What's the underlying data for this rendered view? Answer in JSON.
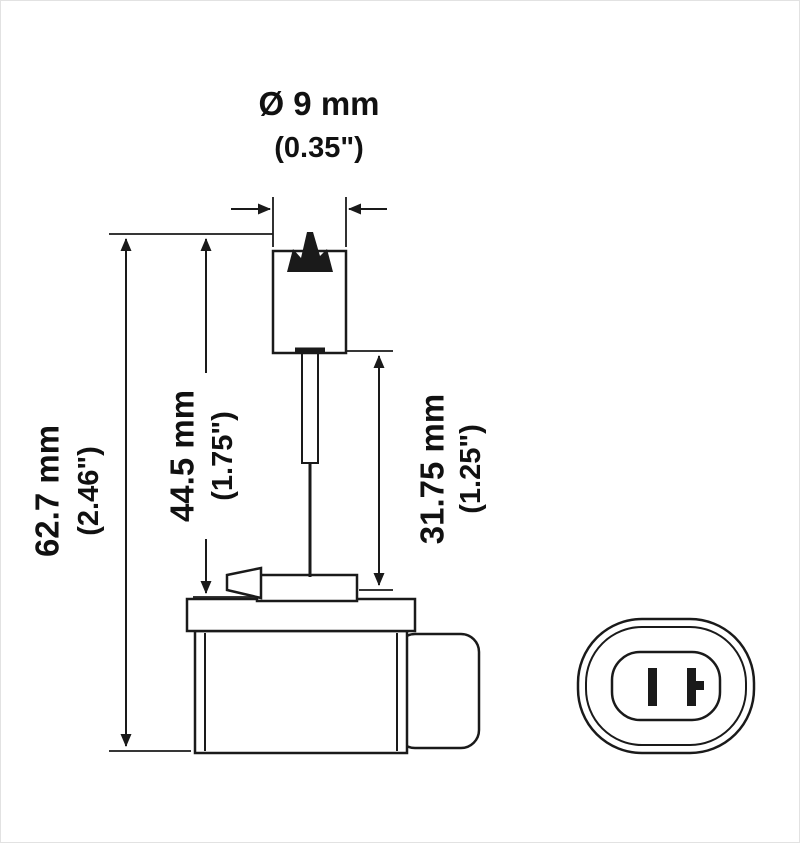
{
  "diagram": {
    "description": "bulb-technical-drawing",
    "dimensions": {
      "diameter": {
        "metric": "Ø 9 mm",
        "imperial": "(0.35\")"
      },
      "overall_length": {
        "metric": "62.7 mm",
        "imperial": "(2.46\")"
      },
      "bulb_length": {
        "metric": "44.5 mm",
        "imperial": "(1.75\")"
      },
      "filament_height": {
        "metric": "31.75 mm",
        "imperial": "(1.25\")"
      }
    },
    "colors": {
      "line": "#1a1a1a",
      "background": "#ffffff"
    }
  }
}
